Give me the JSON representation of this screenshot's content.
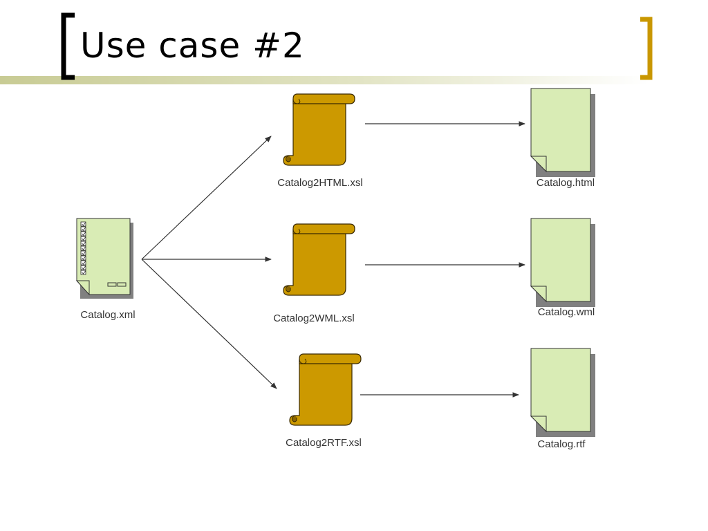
{
  "slide": {
    "title": "Use case #2"
  },
  "colors": {
    "accent": "#C99700",
    "doc_fill": "#D9ECB5",
    "doc_shadow": "#808080",
    "scroll_fill": "#CC9900",
    "arrow": "#333333"
  },
  "diagram": {
    "source": {
      "label": "Catalog.xml",
      "icon": "xml-document-icon"
    },
    "transforms": [
      {
        "stylesheet": "Catalog2HTML.xsl",
        "output": "Catalog.html"
      },
      {
        "stylesheet": "Catalog2WML.xsl",
        "output": "Catalog.wml"
      },
      {
        "stylesheet": "Catalog2RTF.xsl",
        "output": "Catalog.rtf"
      }
    ],
    "stylesheet_icon": "scroll-icon",
    "output_icon": "document-icon"
  }
}
